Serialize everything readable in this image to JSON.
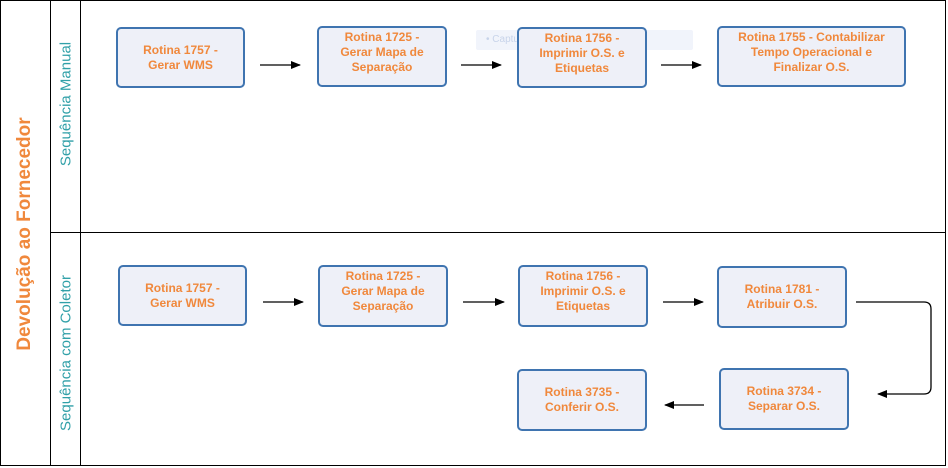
{
  "pool": {
    "title": "Devolução ao Fornecedor"
  },
  "lanes": {
    "manual": {
      "title": "Sequência Manual"
    },
    "coletor": {
      "title": "Sequência com Coletor"
    }
  },
  "ghost_label": "•  Captu",
  "manual_boxes": [
    {
      "label": "Rotina 1757 -\nGerar WMS"
    },
    {
      "label": "Rotina 1725 -\nGerar Mapa de\nSeparação"
    },
    {
      "label": "Rotina 1756 -\nImprimir O.S. e\nEtiquetas"
    },
    {
      "label": "Rotina 1755 - Contabilizar\nTempo Operacional  e\nFinalizar O.S."
    }
  ],
  "coletor_boxes": [
    {
      "label": "Rotina 1757 -\nGerar WMS"
    },
    {
      "label": "Rotina 1725 -\nGerar Mapa de\nSeparação"
    },
    {
      "label": "Rotina 1756 -\nImprimir O.S. e\nEtiquetas"
    },
    {
      "label": "Rotina 1781 -\nAtribuir O.S."
    },
    {
      "label": "Rotina 3734 -\nSeparar O.S."
    },
    {
      "label": "Rotina 3735 -\nConferir O.S."
    }
  ],
  "colors": {
    "box_fill": "#eef0f8",
    "box_border": "#3f74b0",
    "text_orange": "#f0883c",
    "lane_teal": "#30a0a8"
  }
}
